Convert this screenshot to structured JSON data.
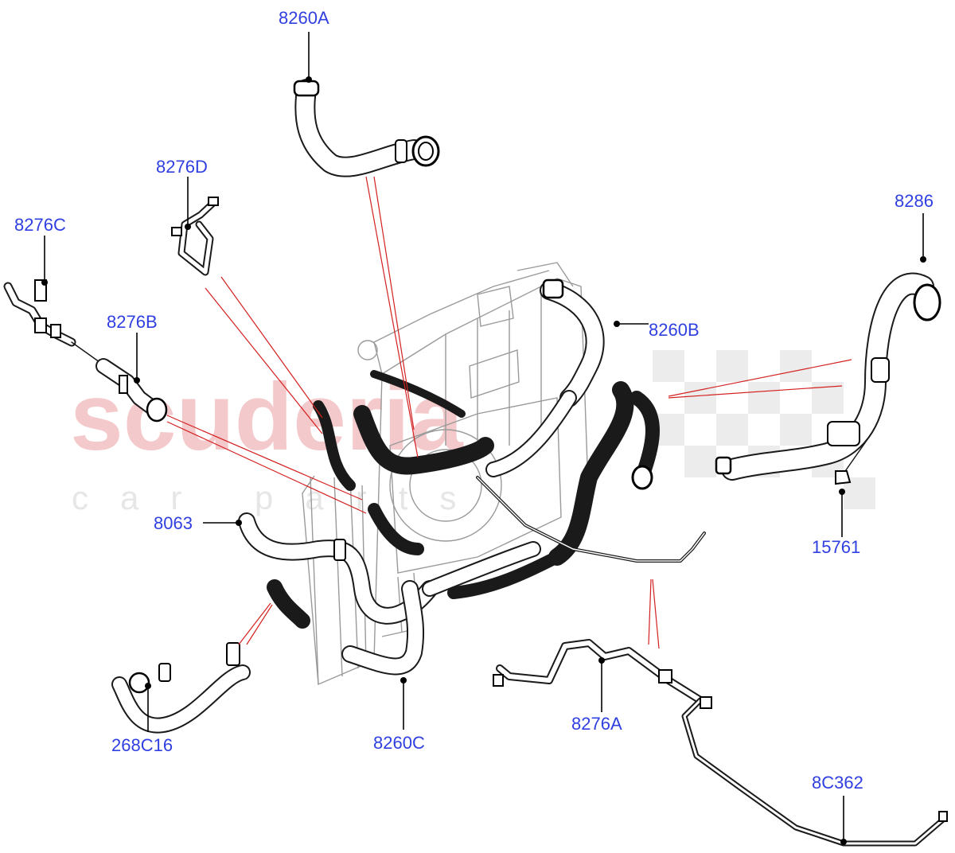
{
  "watermark": {
    "line1": "scuderia",
    "line2": "car parts"
  },
  "labels": {
    "l8260A": "8260A",
    "l8276D": "8276D",
    "l8276C": "8276C",
    "l8276B": "8276B",
    "l8286": "8286",
    "l8260B": "8260B",
    "l15761": "15761",
    "l8063": "8063",
    "l268C16": "268C16",
    "l8260C": "8260C",
    "l8276A": "8276A",
    "l8C362": "8C362"
  },
  "colors": {
    "label": "#2f3fe0",
    "leader": "#000000",
    "pointer": "#d42020",
    "hose": "#1a1a1a",
    "frame": "#9a9a9a"
  }
}
